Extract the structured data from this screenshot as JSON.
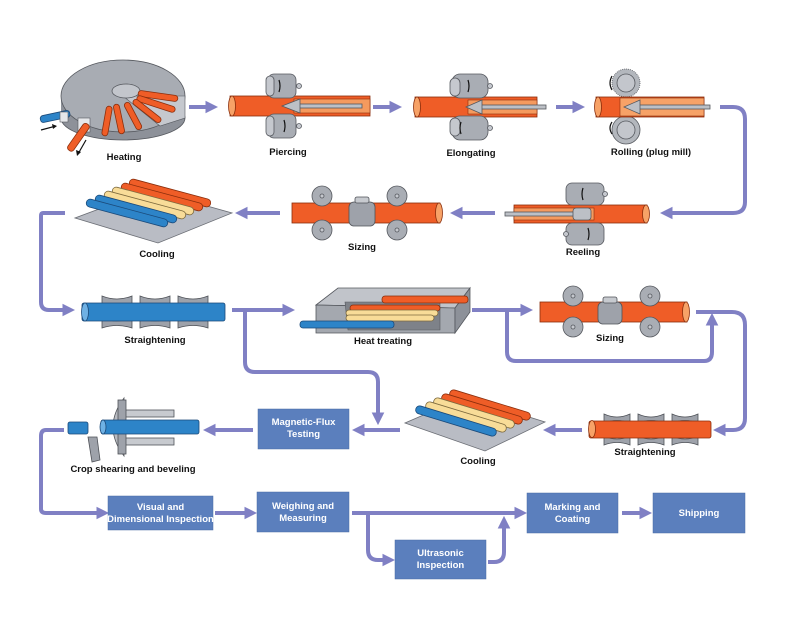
{
  "title": "Seamless steel pipe manufacturing process",
  "colors": {
    "flow_arrow": "#8080c4",
    "process_box": "#5b7fbd",
    "hot_pipe": "#ef5d27",
    "cold_pipe": "#2d84c8",
    "warm_pipe": "#f8dc98",
    "steel": "#a9adb4"
  },
  "steps": {
    "heating": "Heating",
    "piercing": "Piercing",
    "elongating": "Elongating",
    "rolling": "Rolling (plug mill)",
    "reeling": "Reeling",
    "sizing_1": "Sizing",
    "cooling_1": "Cooling",
    "straightening_1": "Straightening",
    "heat_treating": "Heat treating",
    "sizing_2": "Sizing",
    "straightening_2": "Straightening",
    "cooling_2": "Cooling",
    "crop_shearing": "Crop shearing and beveling"
  },
  "boxes": {
    "magnetic_flux": [
      "Magnetic-Flux",
      "Testing"
    ],
    "visual_dimensional": [
      "Visual and",
      "Dimensional Inspection"
    ],
    "weighing": [
      "Weighing and",
      "Measuring"
    ],
    "ultrasonic": [
      "Ultrasonic",
      "Inspection"
    ],
    "marking": [
      "Marking and",
      "Coating"
    ],
    "shipping": [
      "Shipping"
    ]
  }
}
